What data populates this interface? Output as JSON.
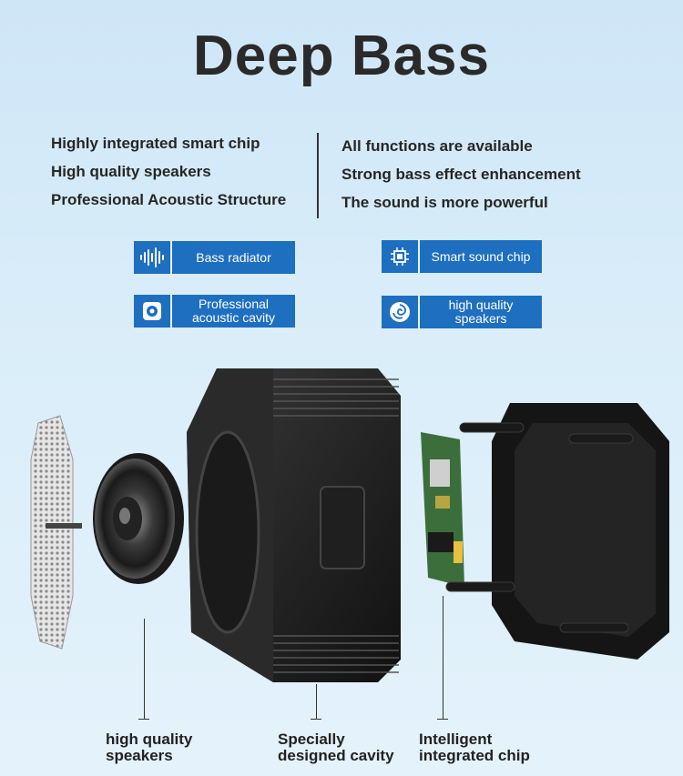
{
  "title": "Deep Bass",
  "features_left": [
    "Highly integrated smart chip",
    "High quality speakers",
    "Professional Acoustic Structure"
  ],
  "features_right": [
    "All functions are available",
    "Strong bass effect enhancement",
    "The sound is more powerful"
  ],
  "badges": [
    {
      "label": "Bass radiator",
      "icon": "waveform-icon"
    },
    {
      "label": "Smart sound chip",
      "icon": "chip-icon"
    },
    {
      "label": "Professional acoustic cavity",
      "icon": "cavity-icon"
    },
    {
      "label": "high quality speakers",
      "icon": "speaker-swirl-icon"
    }
  ],
  "callouts": [
    {
      "label": "high quality speakers"
    },
    {
      "label": "Specially designed cavity"
    },
    {
      "label": "Intelligent integrated chip"
    }
  ],
  "colors": {
    "accent": "#1e6fc0",
    "background": "#d9edf9",
    "text": "#222222"
  }
}
